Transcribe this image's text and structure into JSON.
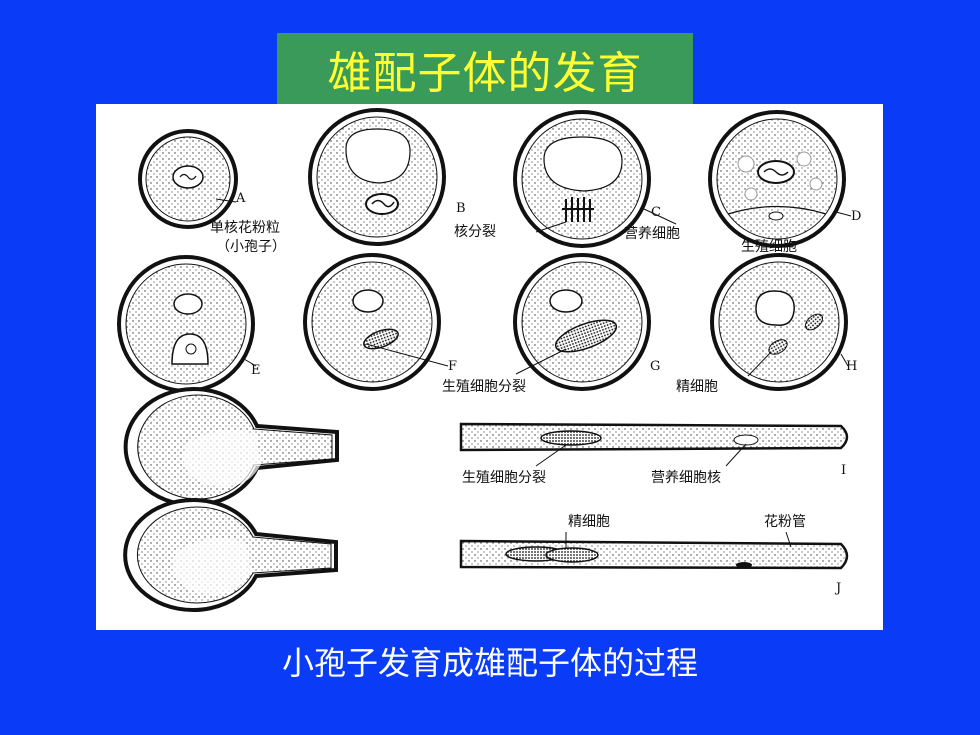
{
  "slide": {
    "title": "雄配子体的发育",
    "caption": "小孢子发育成雄配子体的过程",
    "colors": {
      "background": "#0a3cf7",
      "title_box": "#3a9a5a",
      "title_text": "#ffff33",
      "caption_text": "#ffffff"
    }
  },
  "figure": {
    "stage_letters": [
      "A",
      "B",
      "C",
      "D",
      "E",
      "F",
      "G",
      "H",
      "I",
      "J"
    ],
    "labels": {
      "microspore_line1": "单核花粉粒",
      "microspore_line2": "（小孢子）",
      "nuclear_division": "核分裂",
      "vegetative_cell": "营养细胞",
      "generative_cell": "生殖细胞",
      "generative_division_g": "生殖细胞分裂",
      "sperm_h": "精细胞",
      "generative_division_i": "生殖细胞分裂",
      "vegetative_nucleus": "营养细胞核",
      "sperm_j": "精细胞",
      "pollen_tube": "花粉管"
    }
  }
}
